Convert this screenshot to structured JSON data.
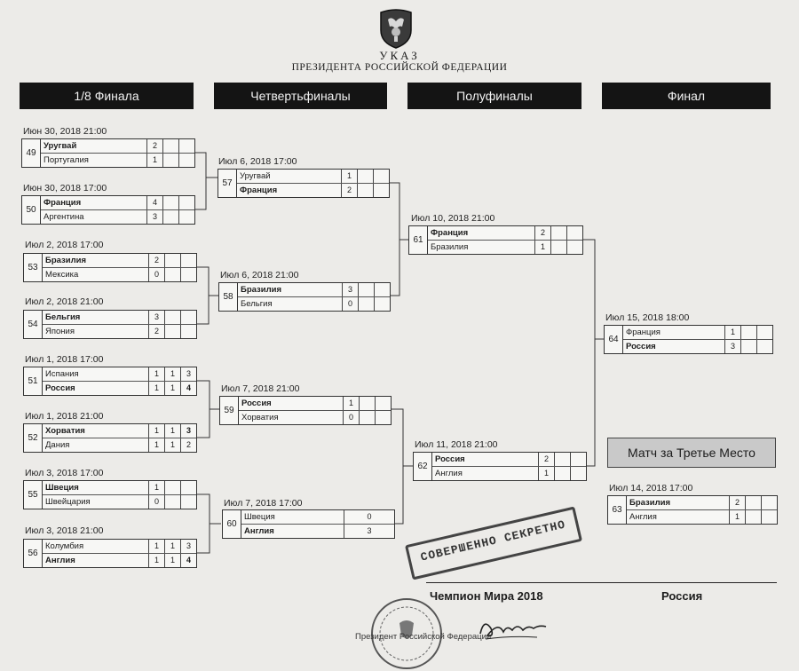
{
  "header": {
    "title": "УКАЗ",
    "subtitle": "ПРЕЗИДЕНТА РОССИЙСКОЙ ФЕДЕРАЦИИ"
  },
  "rounds": {
    "r16": "1/8 Финала",
    "qf": "Четвертьфиналы",
    "sf": "Полуфиналы",
    "final": "Финал"
  },
  "matches": {
    "m49": {
      "num": "49",
      "date": "Июн 30, 2018   21:00",
      "teams": [
        {
          "name": "Уругвай",
          "scores": [
            "2",
            "",
            ""
          ]
        },
        {
          "name": "Португалия",
          "scores": [
            "1",
            "",
            ""
          ]
        }
      ]
    },
    "m50": {
      "num": "50",
      "date": "Июн 30, 2018   17:00",
      "teams": [
        {
          "name": "Франция",
          "scores": [
            "4",
            "",
            ""
          ]
        },
        {
          "name": "Аргентина",
          "scores": [
            "3",
            "",
            ""
          ]
        }
      ]
    },
    "m53": {
      "num": "53",
      "date": "Июл 2, 2018   17:00",
      "teams": [
        {
          "name": "Бразилия",
          "scores": [
            "2",
            "",
            ""
          ]
        },
        {
          "name": "Мексика",
          "scores": [
            "0",
            "",
            ""
          ]
        }
      ]
    },
    "m54": {
      "num": "54",
      "date": "Июл 2, 2018   21:00",
      "teams": [
        {
          "name": "Бельгия",
          "scores": [
            "3",
            "",
            ""
          ]
        },
        {
          "name": "Япония",
          "scores": [
            "2",
            "",
            ""
          ]
        }
      ]
    },
    "m51": {
      "num": "51",
      "date": "Июл 1, 2018   17:00",
      "teams": [
        {
          "name": "Испания",
          "scores": [
            "1",
            "1",
            "3"
          ]
        },
        {
          "name": "Россия",
          "scores": [
            "1",
            "1",
            "4"
          ]
        }
      ]
    },
    "m52": {
      "num": "52",
      "date": "Июл 1, 2018   21:00",
      "teams": [
        {
          "name": "Хорватия",
          "scores": [
            "1",
            "1",
            "3"
          ]
        },
        {
          "name": "Дания",
          "scores": [
            "1",
            "1",
            "2"
          ]
        }
      ]
    },
    "m55": {
      "num": "55",
      "date": "Июл 3, 2018   17:00",
      "teams": [
        {
          "name": "Швеция",
          "scores": [
            "1",
            "",
            ""
          ]
        },
        {
          "name": "Швейцария",
          "scores": [
            "0",
            "",
            ""
          ]
        }
      ]
    },
    "m56": {
      "num": "56",
      "date": "Июл 3, 2018   21:00",
      "teams": [
        {
          "name": "Колумбия",
          "scores": [
            "1",
            "1",
            "3"
          ]
        },
        {
          "name": "Англия",
          "scores": [
            "1",
            "1",
            "4"
          ]
        }
      ]
    },
    "m57": {
      "num": "57",
      "date": "Июл 6, 2018   17:00",
      "teams": [
        {
          "name": "Уругвай",
          "scores": [
            "1",
            "",
            ""
          ]
        },
        {
          "name": "Франция",
          "scores": [
            "2",
            "",
            ""
          ]
        }
      ]
    },
    "m58": {
      "num": "58",
      "date": "Июл 6, 2018   21:00",
      "teams": [
        {
          "name": "Бразилия",
          "scores": [
            "3",
            "",
            ""
          ]
        },
        {
          "name": "Бельгия",
          "scores": [
            "0",
            "",
            ""
          ]
        }
      ]
    },
    "m59": {
      "num": "59",
      "date": "Июл 7, 2018   21:00",
      "teams": [
        {
          "name": "Россия",
          "scores": [
            "1",
            "",
            ""
          ]
        },
        {
          "name": "Хорватия",
          "scores": [
            "0",
            "",
            ""
          ]
        }
      ]
    },
    "m60": {
      "num": "60",
      "date": "Июл 7, 2018   17:00",
      "teams": [
        {
          "name": "Швеция",
          "scores": [
            "0",
            "",
            ""
          ]
        },
        {
          "name": "Англия",
          "scores": [
            "3",
            "",
            ""
          ]
        }
      ]
    },
    "m61": {
      "num": "61",
      "date": "Июл 10, 2018   21:00",
      "teams": [
        {
          "name": "Франция",
          "scores": [
            "2",
            "",
            ""
          ]
        },
        {
          "name": "Бразилия",
          "scores": [
            "1",
            "",
            ""
          ]
        }
      ]
    },
    "m62": {
      "num": "62",
      "date": "Июл 11, 2018   21:00",
      "teams": [
        {
          "name": "Россия",
          "scores": [
            "2",
            "",
            ""
          ]
        },
        {
          "name": "Англия",
          "scores": [
            "1",
            "",
            ""
          ]
        }
      ]
    },
    "m64": {
      "num": "64",
      "date": "Июл 15, 2018   18:00",
      "teams": [
        {
          "name": "Франция",
          "scores": [
            "1",
            "",
            ""
          ]
        },
        {
          "name": "Россия",
          "scores": [
            "3",
            "",
            ""
          ]
        }
      ]
    },
    "m63": {
      "num": "63",
      "date": "Июл 14, 2018   17:00",
      "teams": [
        {
          "name": "Бразилия",
          "scores": [
            "2",
            "",
            ""
          ]
        },
        {
          "name": "Англия",
          "scores": [
            "1",
            "",
            ""
          ]
        }
      ]
    }
  },
  "third_place_title": "Матч за Третье Место",
  "stamp_text": "СОВЕРШЕННО СЕКРЕТНО",
  "champion": {
    "label": "Чемпион Мира 2018",
    "value": "Россия"
  },
  "seal_text": "Президент Российской Федерации"
}
